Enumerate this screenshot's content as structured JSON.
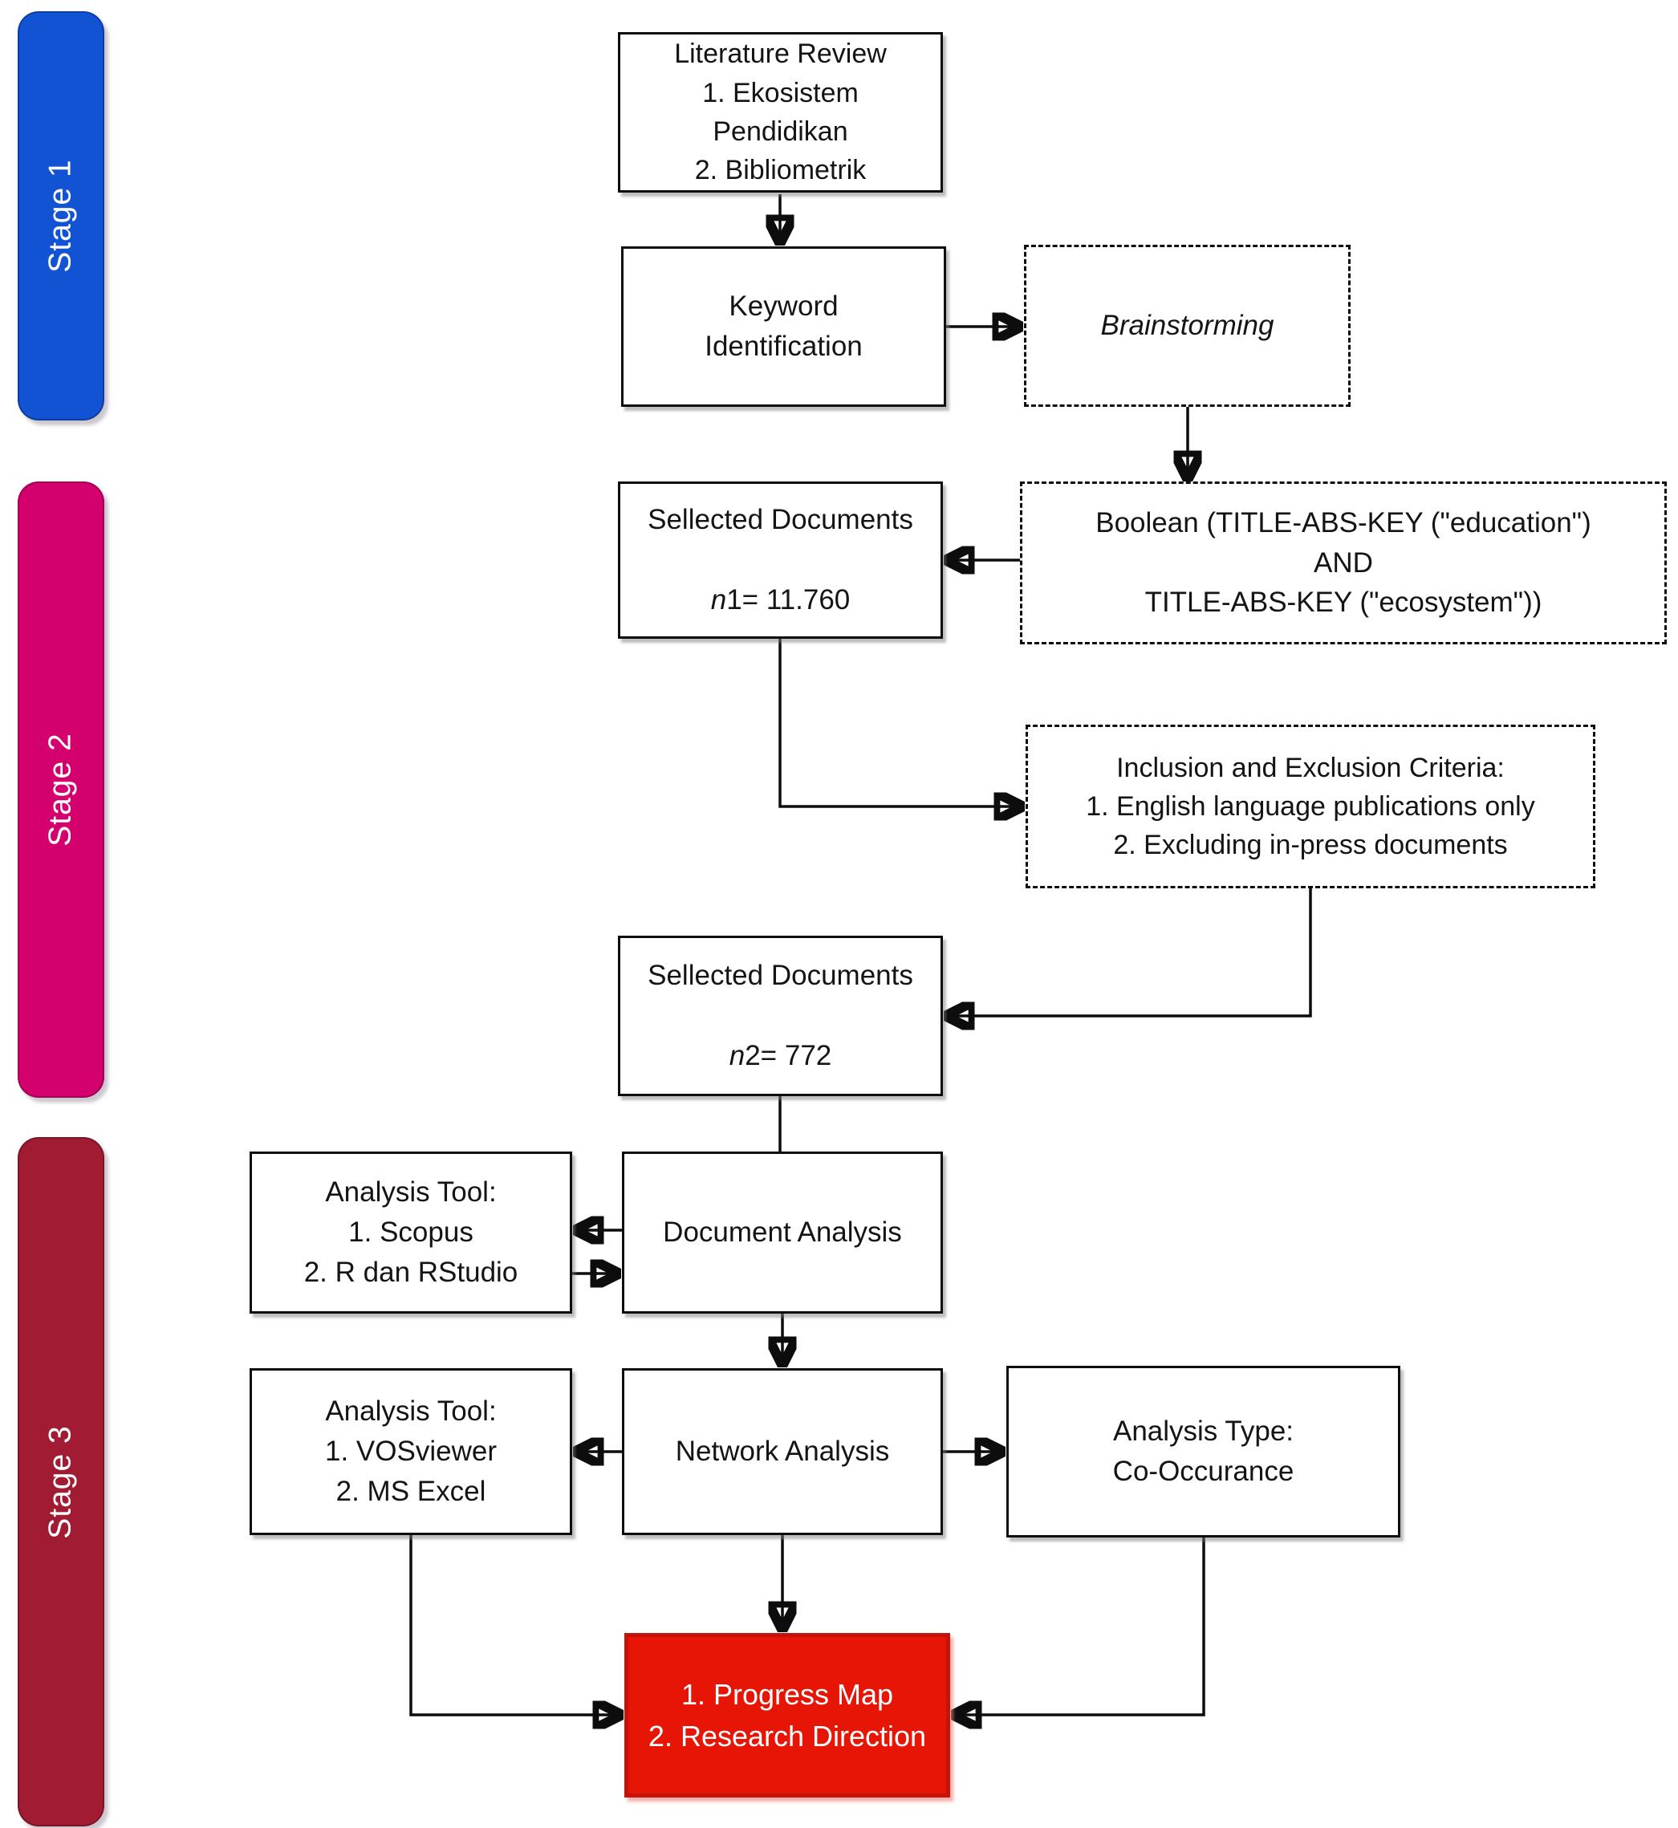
{
  "stages": [
    {
      "label": "Stage 1",
      "color": "#1253d4"
    },
    {
      "label": "Stage 2",
      "color": "#d4006e"
    },
    {
      "label": "Stage 3",
      "color": "#a11c33"
    }
  ],
  "nodes": {
    "literature_review": {
      "text": "Literature Review\n1. Ekosistem\nPendidikan\n2. Bibliometrik"
    },
    "keyword_identification": {
      "text": "Keyword\nIdentification"
    },
    "brainstorming": {
      "text": "Brainstorming"
    },
    "selected_documents_1": {
      "line1": "Sellected Documents",
      "n": "n",
      "rest": "1= 11.760"
    },
    "boolean_query": {
      "text": "Boolean (TITLE-ABS-KEY (\"education\")\nAND\nTITLE-ABS-KEY (\"ecosystem\"))"
    },
    "criteria": {
      "text": "Inclusion and Exclusion Criteria:\n1. English language publications only\n2. Excluding in-press documents"
    },
    "selected_documents_2": {
      "line1": "Sellected Documents",
      "n": "n",
      "rest": "2= 772"
    },
    "analysis_tool_document": {
      "text": "Analysis Tool:\n1. Scopus\n2. R dan RStudio"
    },
    "document_analysis": {
      "text": "Document Analysis"
    },
    "analysis_tool_network": {
      "text": "Analysis Tool:\n1. VOSviewer\n2. MS Excel"
    },
    "network_analysis": {
      "text": "Network Analysis"
    },
    "analysis_type": {
      "text": "Analysis Type:\nCo-Occurance"
    },
    "result": {
      "text": "1. Progress Map\n2. Research Direction",
      "color": "#e61505"
    }
  },
  "edges": [
    {
      "from": "literature_review",
      "to": "keyword_identification"
    },
    {
      "from": "keyword_identification",
      "to": "brainstorming"
    },
    {
      "from": "brainstorming",
      "to": "boolean_query"
    },
    {
      "from": "boolean_query",
      "to": "selected_documents_1"
    },
    {
      "from": "selected_documents_1",
      "to": "criteria"
    },
    {
      "from": "criteria",
      "to": "selected_documents_2"
    },
    {
      "from": "selected_documents_2",
      "to": "document_analysis"
    },
    {
      "from": "document_analysis",
      "to": "analysis_tool_document"
    },
    {
      "from": "analysis_tool_document",
      "to": "document_analysis"
    },
    {
      "from": "document_analysis",
      "to": "network_analysis"
    },
    {
      "from": "network_analysis",
      "to": "analysis_tool_network"
    },
    {
      "from": "network_analysis",
      "to": "analysis_type"
    },
    {
      "from": "network_analysis",
      "to": "result"
    },
    {
      "from": "analysis_tool_network",
      "to": "result"
    },
    {
      "from": "analysis_type",
      "to": "result"
    }
  ]
}
